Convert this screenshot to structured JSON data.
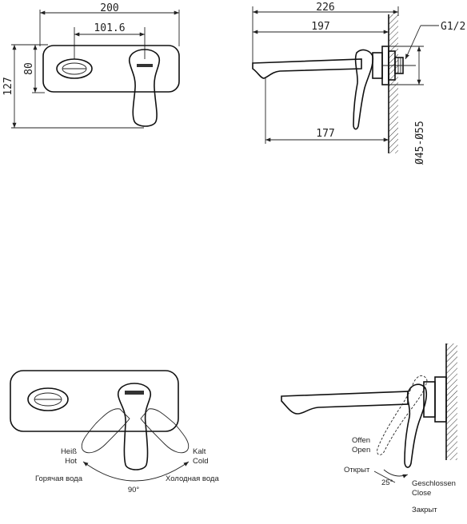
{
  "top_front": {
    "dim_width": "200",
    "dim_spacing": "101.6",
    "dim_height": "127",
    "dim_plate_height": "80"
  },
  "top_side": {
    "dim_total": "226",
    "dim_spout": "197",
    "dim_thread": "G1/2",
    "dim_reach": "177",
    "dim_diameter": "Ø45-Ø55"
  },
  "bottom_front": {
    "hot_de": "Heiß",
    "hot_en": "Hot",
    "cold_de": "Kalt",
    "cold_en": "Cold",
    "hot_ru": "Горячая вода",
    "cold_ru": "Холодная вода",
    "angle": "90°"
  },
  "bottom_side": {
    "open_de": "Offen",
    "open_en": "Open",
    "open_ru": "Открыт",
    "angle": "25°",
    "closed_de": "Geschlossen",
    "closed_en": "Close",
    "closed_ru": "Закрыт"
  }
}
